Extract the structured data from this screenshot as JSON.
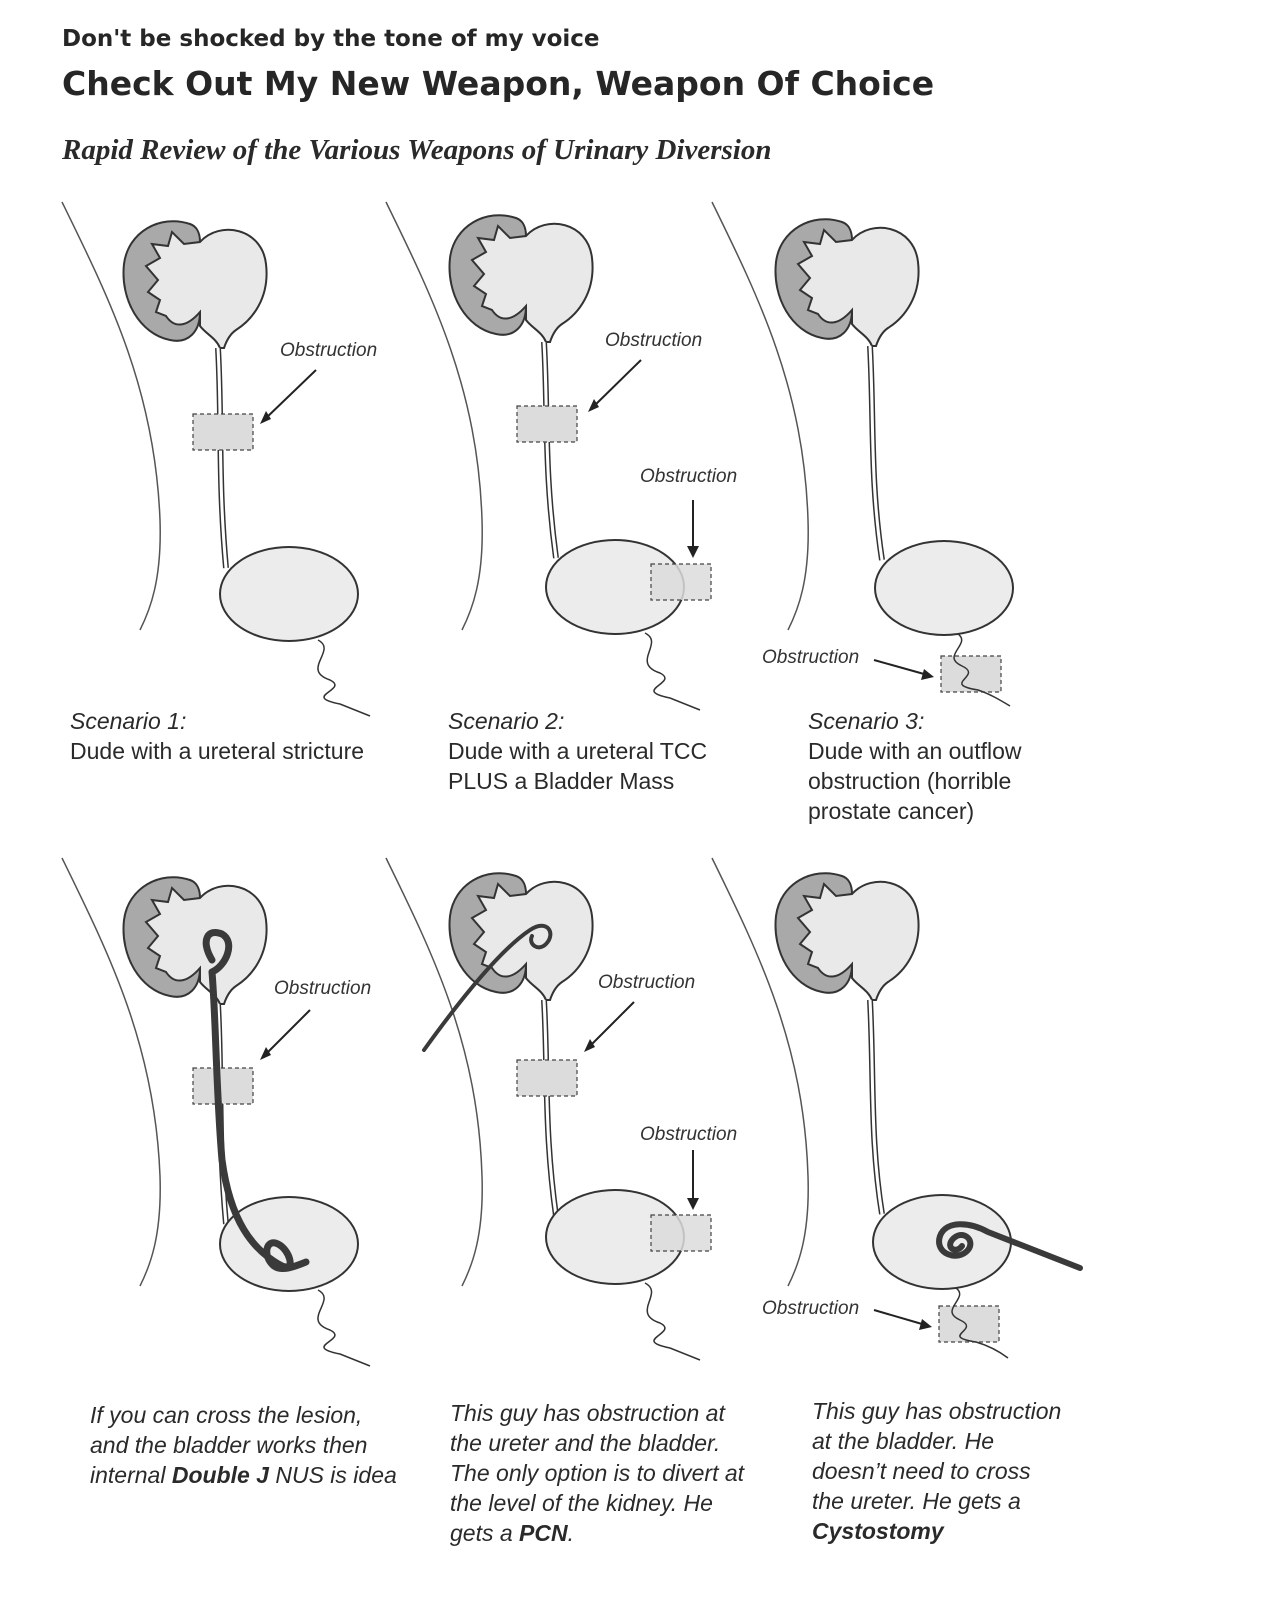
{
  "header": {
    "kicker": "Don't be shocked by the tone of my voice",
    "title": "Check Out My New Weapon, Weapon Of Choice",
    "subtitle": "Rapid Review of the Various Weapons of Urinary Diversion"
  },
  "labels": {
    "obstruction": "Obstruction"
  },
  "scenarios": [
    {
      "heading": "Scenario 1:",
      "lines": [
        "Dude with a ureteral stricture"
      ]
    },
    {
      "heading": "Scenario 2:",
      "lines": [
        "Dude with a ureteral TCC",
        "PLUS a Bladder Mass"
      ]
    },
    {
      "heading": "Scenario 3:",
      "lines": [
        "Dude with an outflow",
        "obstruction (horrible",
        "prostate cancer)"
      ]
    }
  ],
  "solutions": [
    {
      "line1": "If you can cross the lesion,",
      "line2": "and the bladder works then",
      "line3_pre": "internal ",
      "line3_bold": "Double J",
      "line3_post": " NUS is idea"
    },
    {
      "line1": "This guy has obstruction at",
      "line2": "the ureter and the bladder.",
      "line3": "The only option is to divert at",
      "line4": "the level of the kidney.  He",
      "line5_pre": "gets a ",
      "line5_bold": "PCN",
      "line5_post": "."
    },
    {
      "line1": "This guy has obstruction",
      "line2": "at the bladder.  He",
      "line3": "doesn’t need to cross",
      "line4": "the ureter.  He gets a",
      "line5_bold": "Cystostomy"
    }
  ],
  "colors": {
    "kidney_cortex": "#a9a9a9",
    "kidney_pelvis": "#e9e9e9",
    "bladder": "#ececec",
    "obstruction_box": "#dcdcdc",
    "device": "#3a3a3a"
  },
  "icons": [
    "kidney-icon",
    "bladder-icon",
    "double-j-stent-icon",
    "nephrostomy-tube-icon",
    "cystostomy-tube-icon"
  ]
}
